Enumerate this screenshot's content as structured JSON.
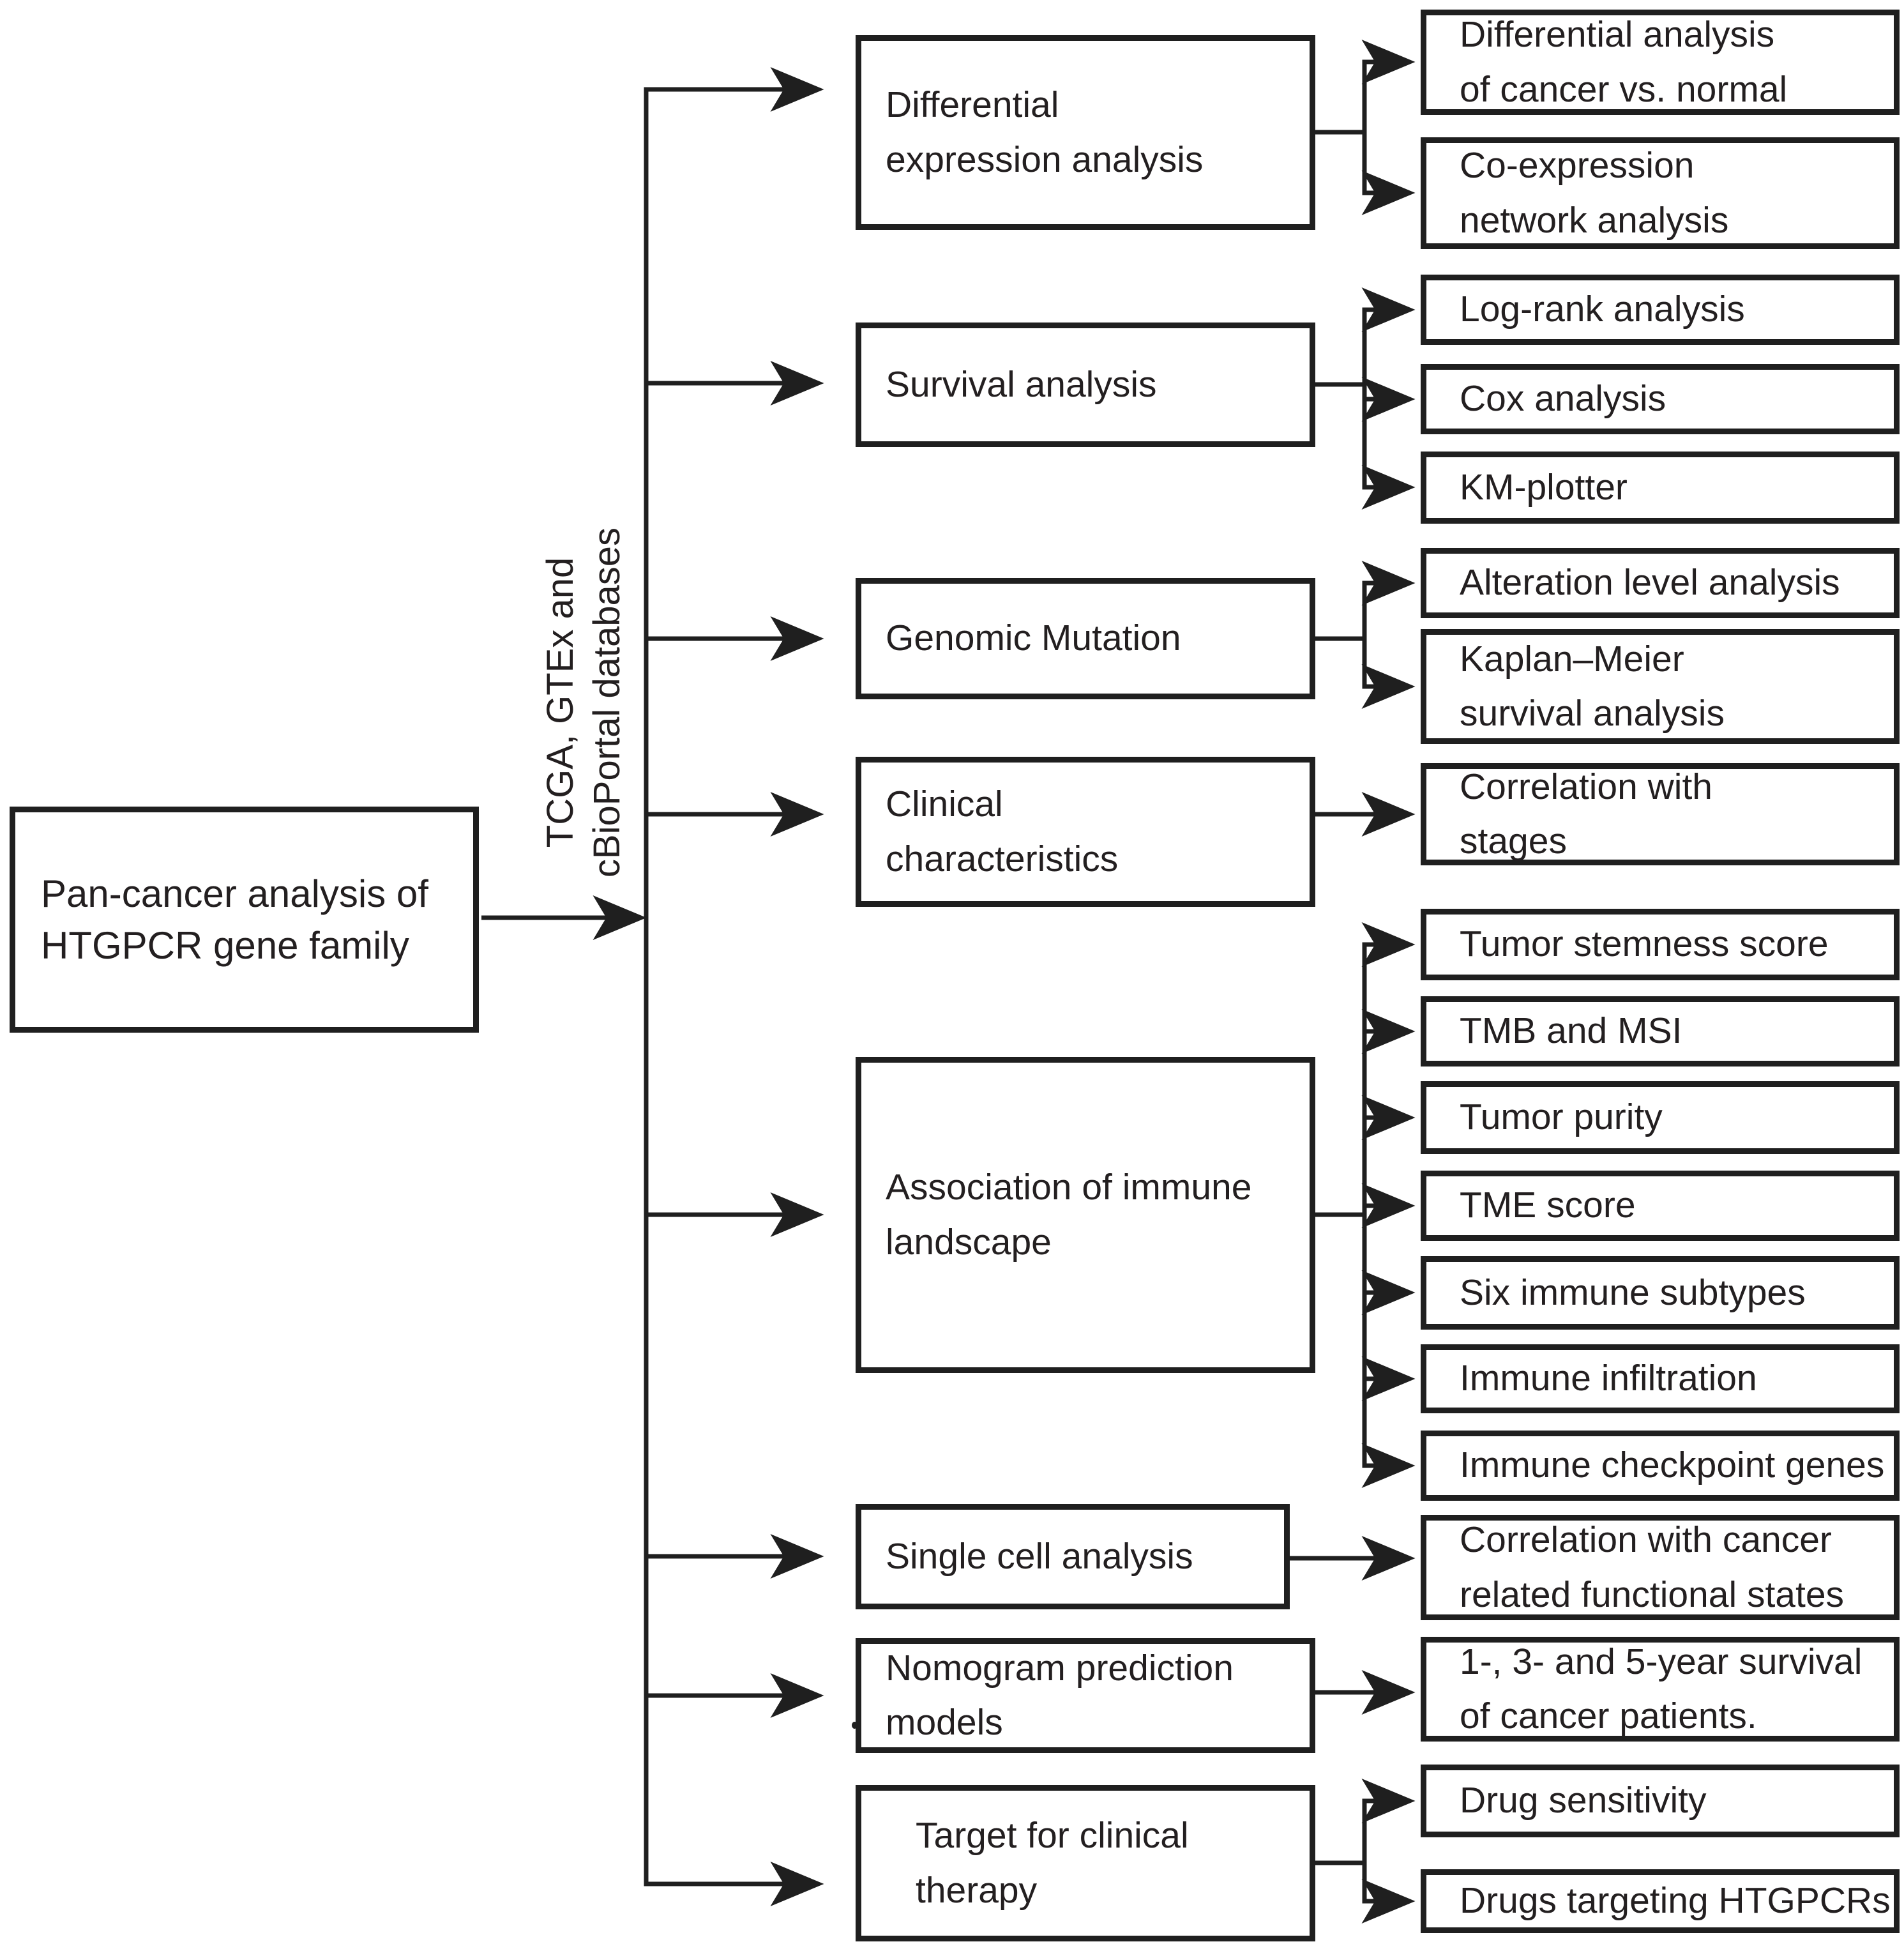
{
  "figure": {
    "kind": "flowchart",
    "colors": {
      "line": "#1f1f1f",
      "text": "#231f20",
      "background": "#ffffff"
    }
  },
  "root": {
    "lines": [
      "Pan-cancer analysis of",
      "HTGPCR gene family"
    ]
  },
  "source": {
    "lines": [
      "TCGA, GTEx and",
      "cBioPortal databases"
    ]
  },
  "middle": [
    {
      "lines": [
        "Differential",
        "expression analysis"
      ]
    },
    {
      "lines": [
        "Survival analysis"
      ]
    },
    {
      "lines": [
        "Genomic Mutation"
      ]
    },
    {
      "lines": [
        "Clinical",
        "characteristics"
      ]
    },
    {
      "lines": [
        "Association of immune",
        "landscape"
      ]
    },
    {
      "lines": [
        "Single cell analysis"
      ]
    },
    {
      "lines": [
        "Nomogram prediction",
        "models"
      ]
    },
    {
      "lines": [
        "Target for clinical",
        "therapy"
      ]
    }
  ],
  "right": [
    {
      "lines": [
        "Differential analysis",
        "of cancer vs. normal"
      ]
    },
    {
      "lines": [
        "Co-expression",
        "network analysis"
      ]
    },
    {
      "lines": [
        "Log-rank analysis"
      ]
    },
    {
      "lines": [
        "Cox analysis"
      ]
    },
    {
      "lines": [
        "KM-plotter"
      ]
    },
    {
      "lines": [
        "Alteration level analysis"
      ]
    },
    {
      "lines": [
        "Kaplan–Meier",
        "survival analysis"
      ]
    },
    {
      "lines": [
        "Correlation with",
        "stages"
      ]
    },
    {
      "lines": [
        "Tumor stemness score"
      ]
    },
    {
      "lines": [
        "TMB and MSI"
      ]
    },
    {
      "lines": [
        "Tumor purity"
      ]
    },
    {
      "lines": [
        "TME score"
      ]
    },
    {
      "lines": [
        "Six immune subtypes"
      ]
    },
    {
      "lines": [
        "Immune infiltration"
      ]
    },
    {
      "lines": [
        "Immune checkpoint genes"
      ]
    },
    {
      "lines": [
        "Correlation with cancer",
        "related functional states"
      ]
    },
    {
      "lines": [
        "1-, 3- and 5-year survival",
        "of cancer patients."
      ]
    },
    {
      "lines": [
        "Drug sensitivity"
      ]
    },
    {
      "lines": [
        "Drugs targeting HTGPCRs"
      ]
    }
  ]
}
